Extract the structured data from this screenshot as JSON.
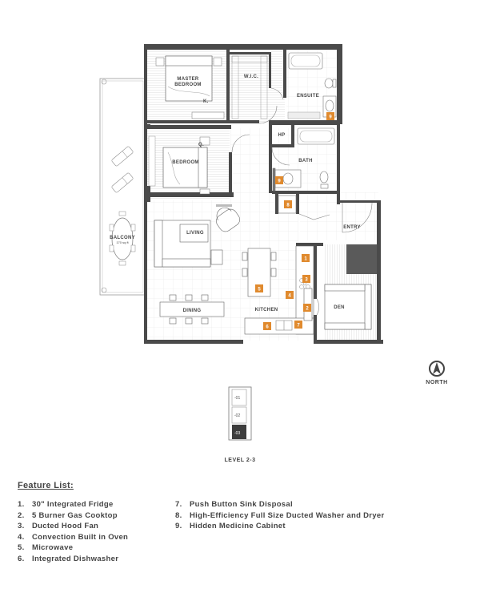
{
  "floorplan": {
    "rooms": {
      "master_bedroom": "MASTER\nBEDROOM",
      "master_bed_size": "K.",
      "wic": "W.I.C.",
      "ensuite": "ENSUITE",
      "hp": "HP",
      "bedroom": "BEDROOM",
      "bedroom_bed_size": "Q.",
      "bath": "BATH",
      "entry": "ENTRY",
      "living": "LIVING",
      "balcony": "BALCONY",
      "balcony_area": "170 sq ft",
      "dining": "DINING",
      "kitchen": "KITCHEN",
      "den": "DEN"
    },
    "badges": [
      "1",
      "2",
      "3",
      "4",
      "5",
      "6",
      "7",
      "8",
      "9"
    ],
    "badge_color": "#e08a2e",
    "wall_color": "#4a4a4a"
  },
  "compass": {
    "label": "NORTH"
  },
  "level_indicator": {
    "units": [
      "-01",
      "-02",
      "-03"
    ],
    "highlighted": "-03",
    "label": "LEVEL 2-3"
  },
  "features": {
    "title": "Feature List:",
    "column1": [
      {
        "num": "1.",
        "text": "30\" Integrated Fridge"
      },
      {
        "num": "2.",
        "text": "5 Burner Gas Cooktop"
      },
      {
        "num": "3.",
        "text": "Ducted Hood Fan"
      },
      {
        "num": "4.",
        "text": "Convection Built in Oven"
      },
      {
        "num": "5.",
        "text": "Microwave"
      },
      {
        "num": "6.",
        "text": "Integrated Dishwasher"
      }
    ],
    "column2": [
      {
        "num": "7.",
        "text": "Push Button Sink Disposal"
      },
      {
        "num": "8.",
        "text": "High-Efficiency Full Size Ducted Washer and Dryer"
      },
      {
        "num": "9.",
        "text": "Hidden Medicine Cabinet"
      }
    ]
  }
}
